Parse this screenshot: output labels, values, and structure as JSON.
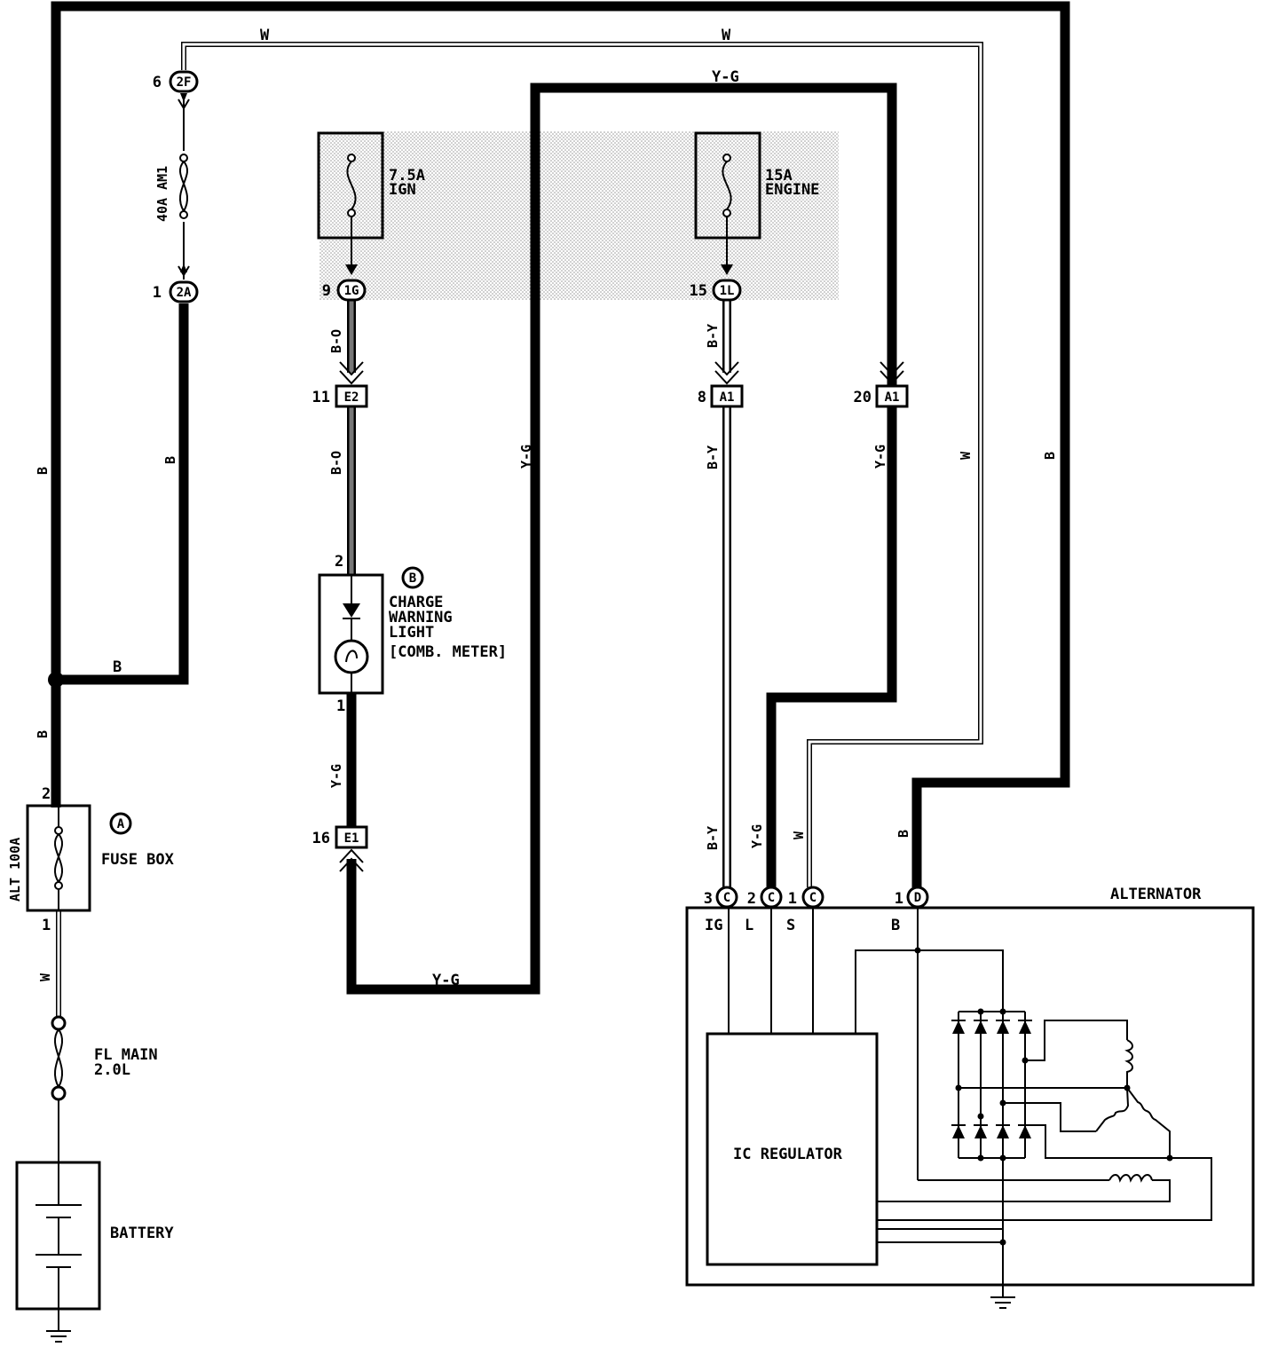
{
  "components": {
    "battery": "BATTERY",
    "fl_main_1": "FL MAIN",
    "fl_main_2": "2.0L",
    "fuse_box": "FUSE BOX",
    "fuse_box_marker": "A",
    "alt_fuse": "ALT 100A",
    "am1_fuse": "40A AM1",
    "ign_fuse_1": "7.5A",
    "ign_fuse_2": "IGN",
    "engine_fuse_1": "15A",
    "engine_fuse_2": "ENGINE",
    "meter_marker": "B",
    "meter_1": "CHARGE",
    "meter_2": "WARNING",
    "meter_3": "LIGHT",
    "meter_4": "[COMB. METER]",
    "alternator": "ALTERNATOR",
    "ic_regulator": "IC REGULATOR"
  },
  "connectors": {
    "c2f": {
      "pin": "6",
      "code": "2F"
    },
    "c2a": {
      "pin": "1",
      "code": "2A"
    },
    "c1g": {
      "pin": "9",
      "code": "1G"
    },
    "c1l": {
      "pin": "15",
      "code": "1L"
    },
    "ce2": {
      "pin": "11",
      "code": "E2"
    },
    "ca1_8": {
      "pin": "8",
      "code": "A1"
    },
    "ca1_20": {
      "pin": "20",
      "code": "A1"
    },
    "ce1": {
      "pin": "16",
      "code": "E1"
    },
    "alt_c3": {
      "pin": "3",
      "code": "C",
      "term": "IG"
    },
    "alt_c2": {
      "pin": "2",
      "code": "C",
      "term": "L"
    },
    "alt_c1": {
      "pin": "1",
      "code": "C",
      "term": "S"
    },
    "alt_d1": {
      "pin": "1",
      "code": "D",
      "term": "B"
    }
  },
  "pins": {
    "fuse_box_top": "2",
    "fuse_box_bottom": "1",
    "meter_top": "2",
    "meter_bottom": "1"
  },
  "wires": {
    "w_top_1": "W",
    "w_top_2": "W",
    "yg_top": "Y-G",
    "b_left": "B",
    "b_am1": "B",
    "b_join": "B",
    "b_low": "B",
    "w_fuse": "W",
    "bo_1": "B-O",
    "bo_2": "B-O",
    "yg_mid": "Y-G",
    "yg_meter": "Y-G",
    "yg_bottom": "Y-G",
    "by_1": "B-Y",
    "by_2": "B-Y",
    "by_3": "B-Y",
    "yg_a1": "Y-G",
    "yg_alt": "Y-G",
    "w_right": "W",
    "w_alt": "W",
    "b_right": "B",
    "b_alt": "B"
  }
}
